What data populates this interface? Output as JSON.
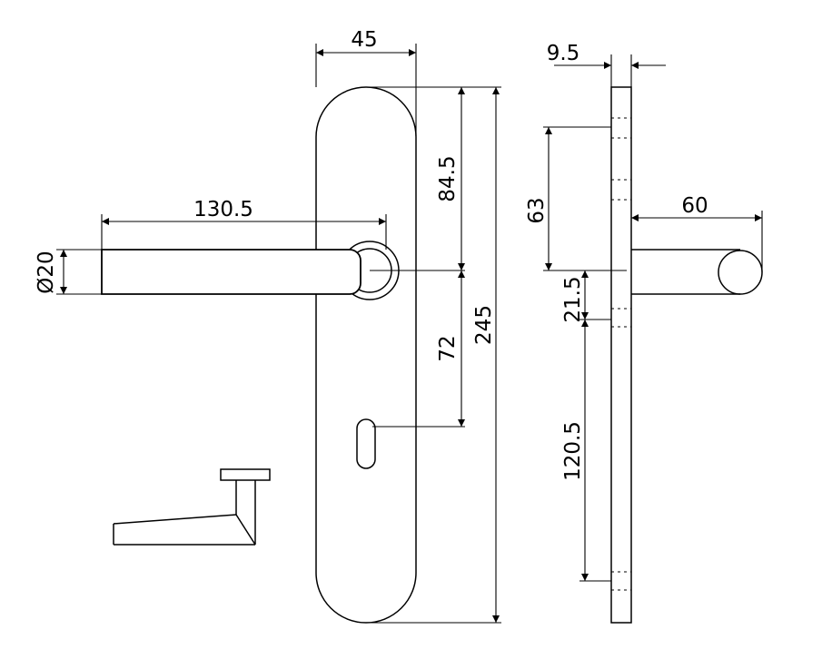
{
  "dimensions": {
    "front": {
      "plate_width": "45",
      "top_to_lever": "84.5",
      "lever_to_keyhole": "72",
      "plate_height": "245",
      "lever_length": "130.5",
      "lever_diameter": "Ø20"
    },
    "side": {
      "plate_thickness": "9.5",
      "upper_spacing": "63",
      "lever_projection": "60",
      "offset": "21.5",
      "lower_spacing": "120.5"
    }
  }
}
